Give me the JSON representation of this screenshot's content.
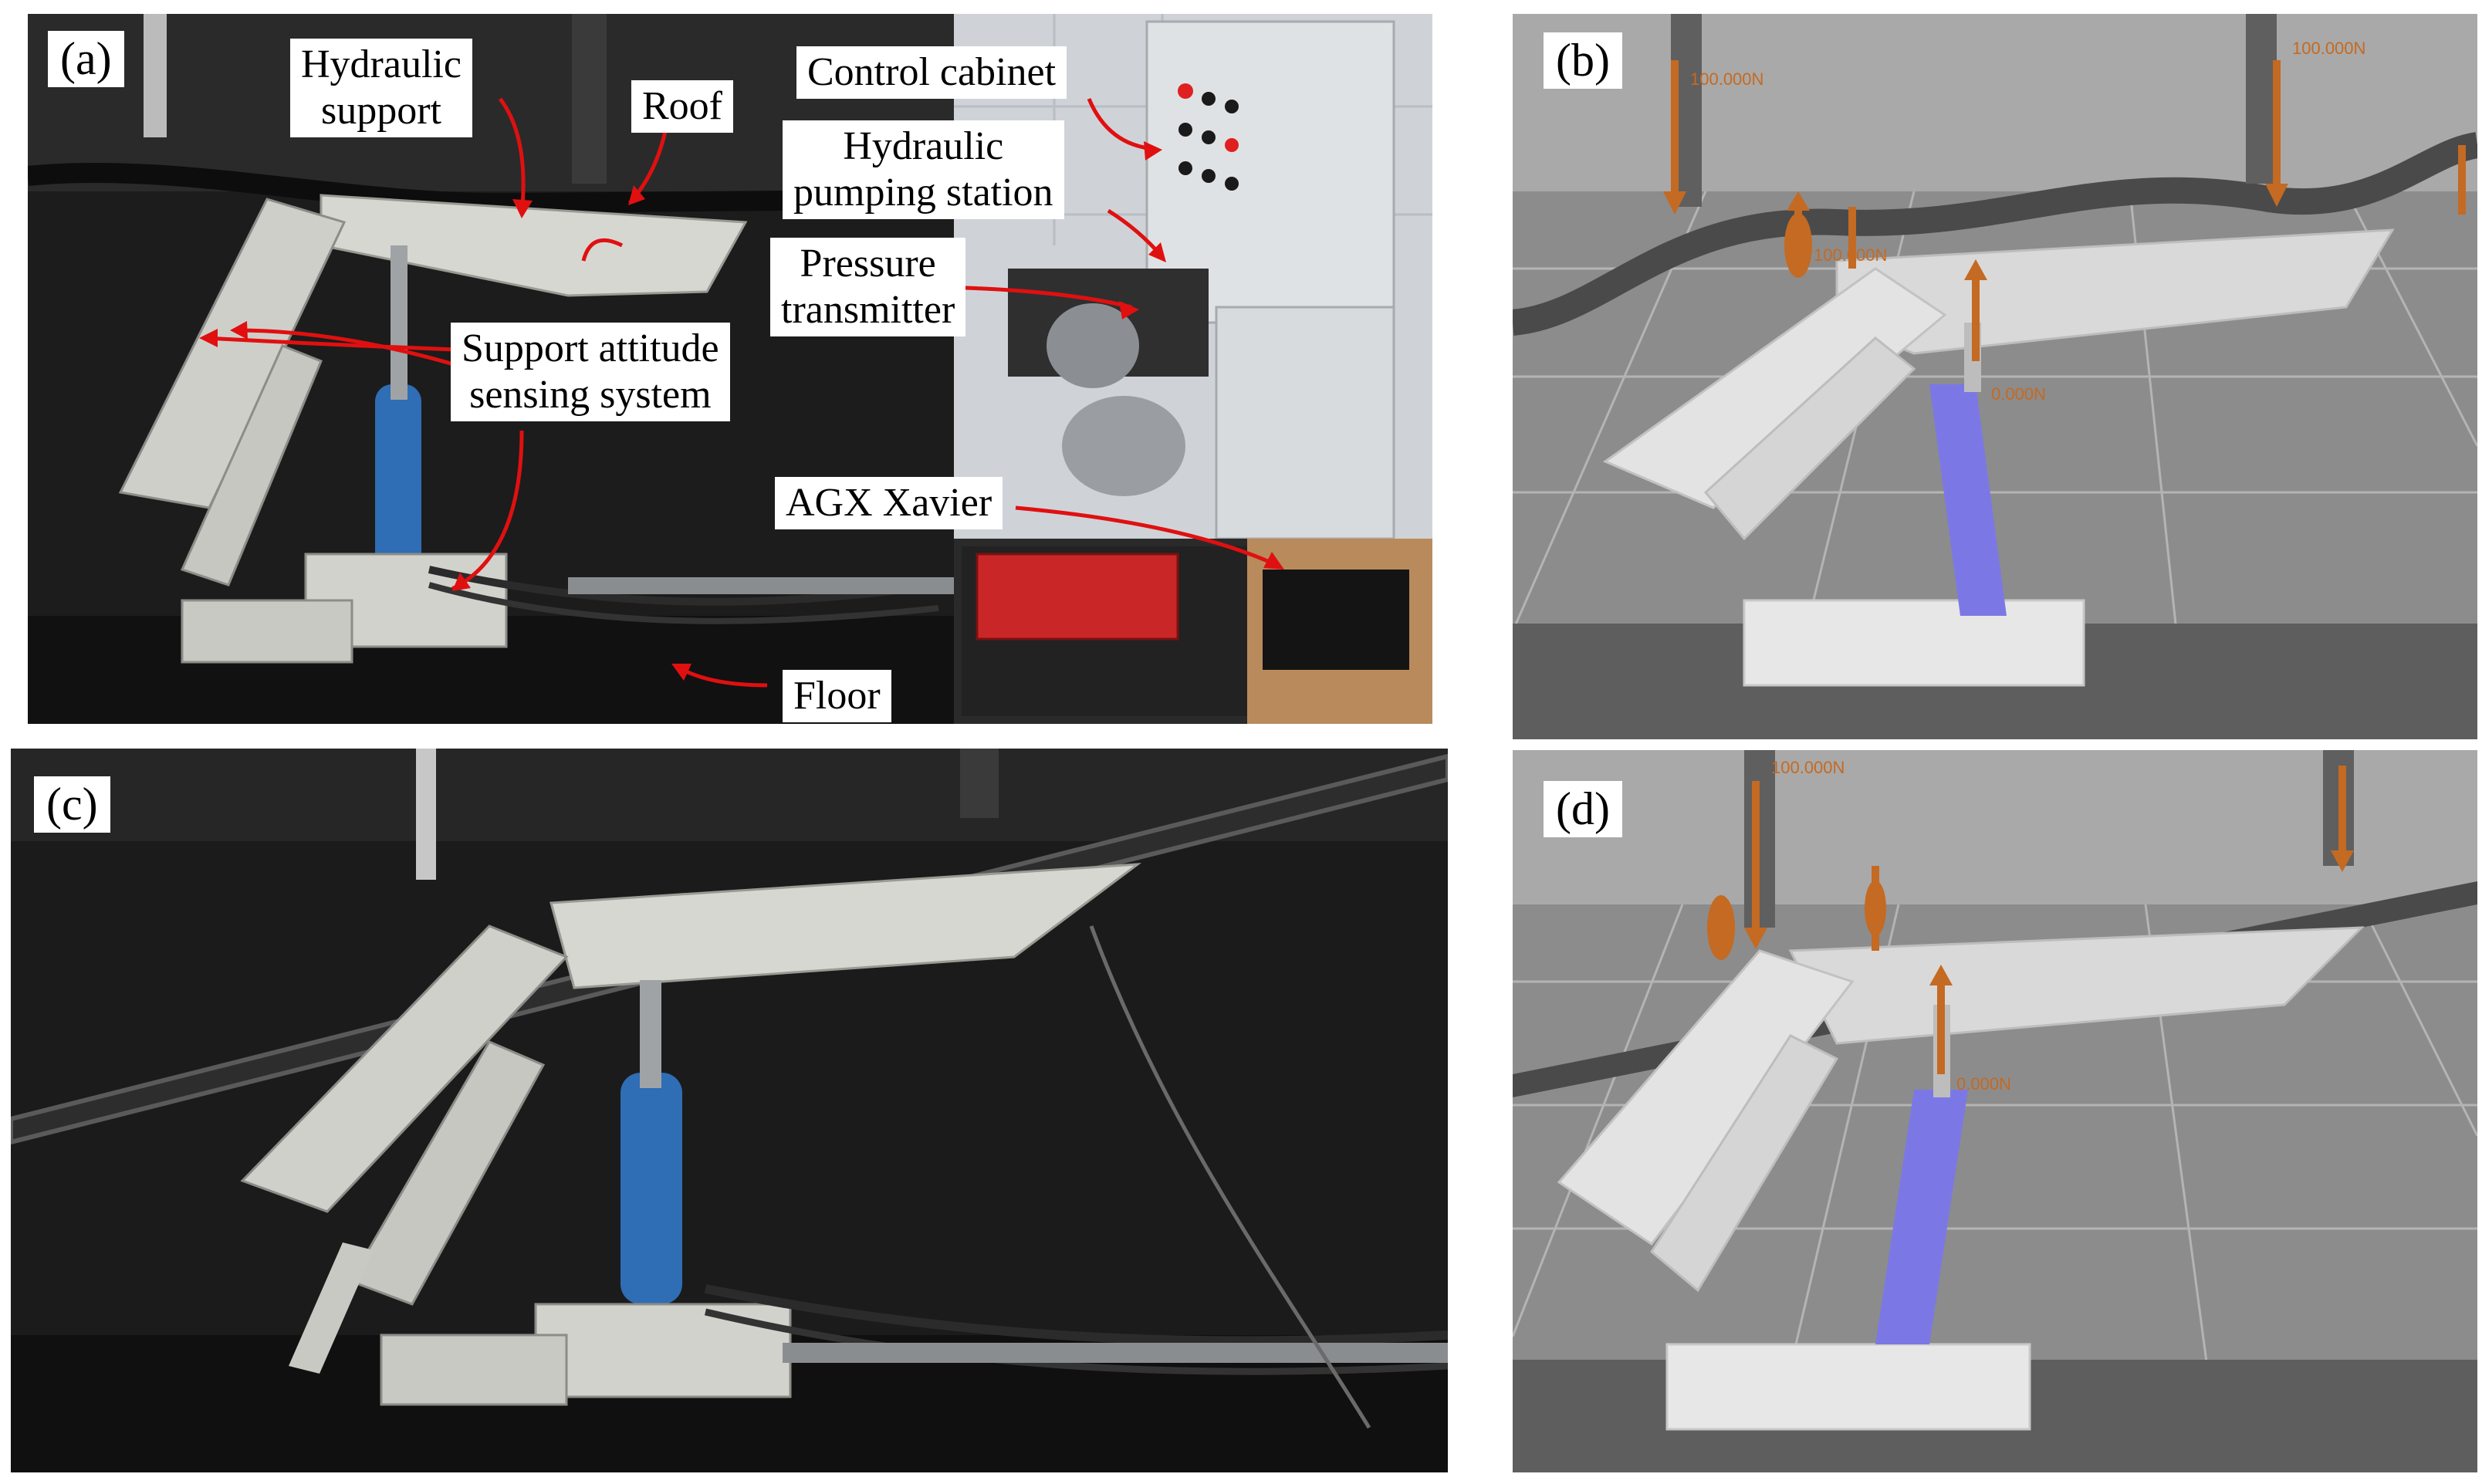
{
  "panels": {
    "a": {
      "tag": "(a)",
      "labels": {
        "hydraulic_support": [
          "Hydraulic",
          "support"
        ],
        "roof": "Roof",
        "control_cabinet": "Control cabinet",
        "hydraulic_pumping_station": [
          "Hydraulic",
          "pumping station"
        ],
        "pressure_transmitter": [
          "Pressure",
          "transmitter"
        ],
        "support_attitude_sensing_system": [
          "Support attitude",
          "sensing system"
        ],
        "agx_xavier": "AGX Xavier",
        "floor": "Floor"
      }
    },
    "b": {
      "tag": "(b)",
      "force_readouts": [
        "100.000N",
        "100.000N",
        "100.000N",
        "0.000N"
      ]
    },
    "c": {
      "tag": "(c)"
    },
    "d": {
      "tag": "(d)",
      "force_readouts": [
        "100.000N",
        "0.000N"
      ]
    }
  },
  "colors": {
    "annotation_arrow": "#e01010",
    "force_arrow": "#c46a22",
    "hydraulic_cylinder_real": "#2f6db4",
    "hydraulic_cylinder_sim": "#7b78e6",
    "sim_background": "#8a8a8a",
    "steel_plate": "#d7d7d2"
  }
}
